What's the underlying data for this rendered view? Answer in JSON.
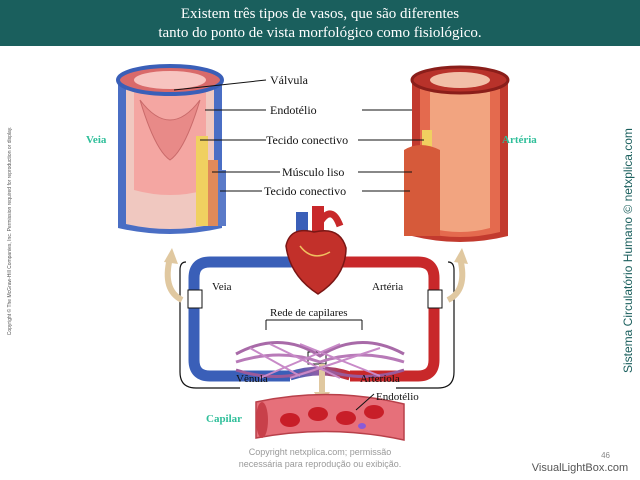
{
  "header": {
    "line1": "Existem três tipos de vasos, que são diferentes",
    "line2": "tanto do ponto de vista morfológico como fisiológico."
  },
  "side_copyright": "Copyright © The McGraw-Hill Companies, Inc. Permission required for reproduction or display.",
  "side_title": "Sistema Circulatório Humano © netxplica.com",
  "labels": {
    "veia_side": "Veia",
    "arteria_side": "Artéria",
    "valvula": "Válvula",
    "endotelio_top": "Endotélio",
    "tecido_conectivo_1": "Tecido conectivo",
    "musculo_liso": "Músculo liso",
    "tecido_conectivo_2": "Tecido conectivo",
    "veia_loop": "Veia",
    "arteria_loop": "Artéria",
    "rede_capilares": "Rede de capilares",
    "venula": "Vênula",
    "arteriola": "Arteríola",
    "endotelio_bottom": "Endotélio",
    "capilar": "Capilar"
  },
  "watermark": {
    "line1": "Copyright netxplica.com; permissão",
    "line2": "necessária para reprodução ou exibição."
  },
  "page_number": "46",
  "brand": "VisualLightBox.com",
  "colors": {
    "header_bg": "#1a5f5d",
    "accent_green": "#2fbf9a",
    "vein_blue": "#3a5fb8",
    "artery_red": "#c8282a"
  }
}
